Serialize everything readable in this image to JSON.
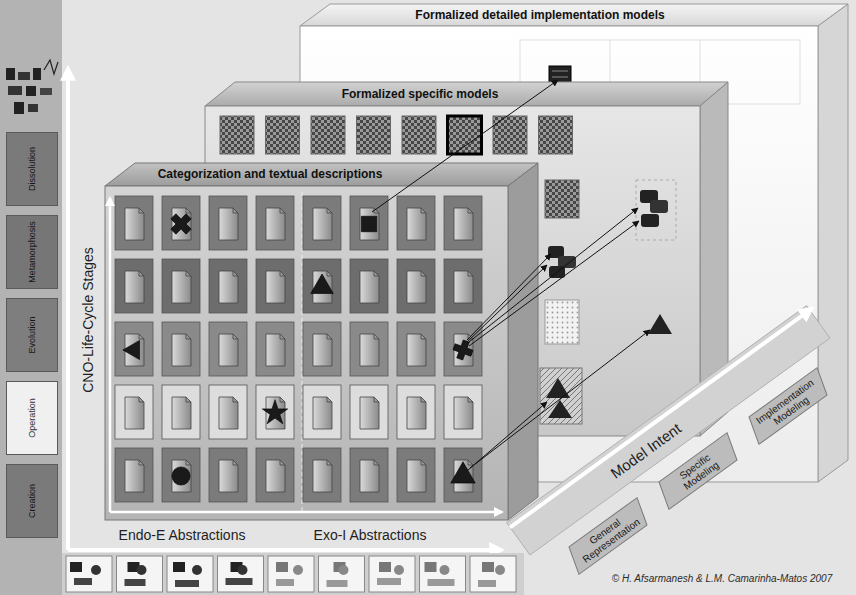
{
  "diagram": {
    "nodes": [
      {
        "text": [
          "Formalized detailed implementation models"
        ]
      },
      {
        "text": [
          "Formalized specific models"
        ]
      },
      {
        "text": [
          "Categorization and textual descriptions"
        ]
      },
      {
        "text": [
          "Dissolution"
        ]
      },
      {
        "text": [
          "Metamorphosis"
        ]
      },
      {
        "text": [
          "Evolution"
        ]
      },
      {
        "text": [
          "Operation"
        ]
      },
      {
        "text": [
          "Creation"
        ]
      },
      {
        "text": [
          "General Representation"
        ]
      },
      {
        "text": [
          "Specific Modeling"
        ]
      },
      {
        "text": [
          "Implementation Modeling"
        ]
      }
    ],
    "labels": [
      "CNO-Life-Cycle Stages",
      "Endo-E Abstractions",
      "Exo-I Abstractions",
      "Model Intent",
      "© H. Afsarmanesh & L.M. Camarinha-Matos 2007"
    ]
  }
}
